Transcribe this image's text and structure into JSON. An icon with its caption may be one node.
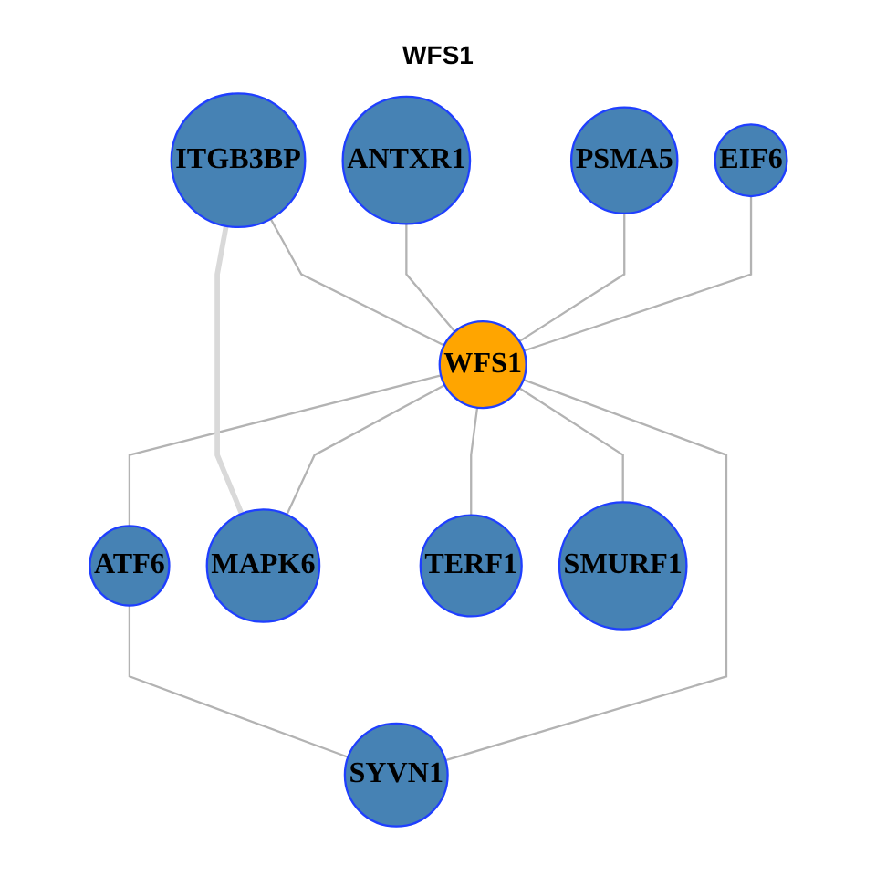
{
  "diagram": {
    "title": "WFS1",
    "nodes": [
      {
        "text": [
          "EIF6"
        ]
      },
      {
        "text": [
          "PSMA5"
        ]
      },
      {
        "text": [
          "ANTXR1"
        ]
      },
      {
        "text": [
          "ITGB3BP"
        ]
      },
      {
        "text": [
          "WFS1"
        ]
      },
      {
        "text": [
          "ATF6"
        ]
      },
      {
        "text": [
          "MAPK6"
        ]
      },
      {
        "text": [
          "SYVN1"
        ]
      },
      {
        "text": [
          "TERF1"
        ]
      },
      {
        "text": [
          "SMURF1"
        ]
      }
    ],
    "edges": [
      {
        "from": 0,
        "to": 4,
        "arrow": "none"
      },
      {
        "from": 1,
        "to": 4,
        "arrow": "none"
      },
      {
        "from": 2,
        "to": 4,
        "arrow": "none"
      },
      {
        "from": 3,
        "to": 4,
        "arrow": "none"
      },
      {
        "from": 4,
        "to": 5,
        "arrow": "none"
      },
      {
        "from": 4,
        "to": 6,
        "arrow": "none"
      },
      {
        "from": 4,
        "to": 7,
        "arrow": "none"
      },
      {
        "from": 4,
        "to": 8,
        "arrow": "none"
      },
      {
        "from": 4,
        "to": 9,
        "arrow": "none"
      },
      {
        "from": 5,
        "to": 7,
        "arrow": "none"
      },
      {
        "from": 3,
        "to": 6,
        "arrow": "none",
        "style": "thick",
        "color": "#d9d9d9"
      }
    ]
  }
}
